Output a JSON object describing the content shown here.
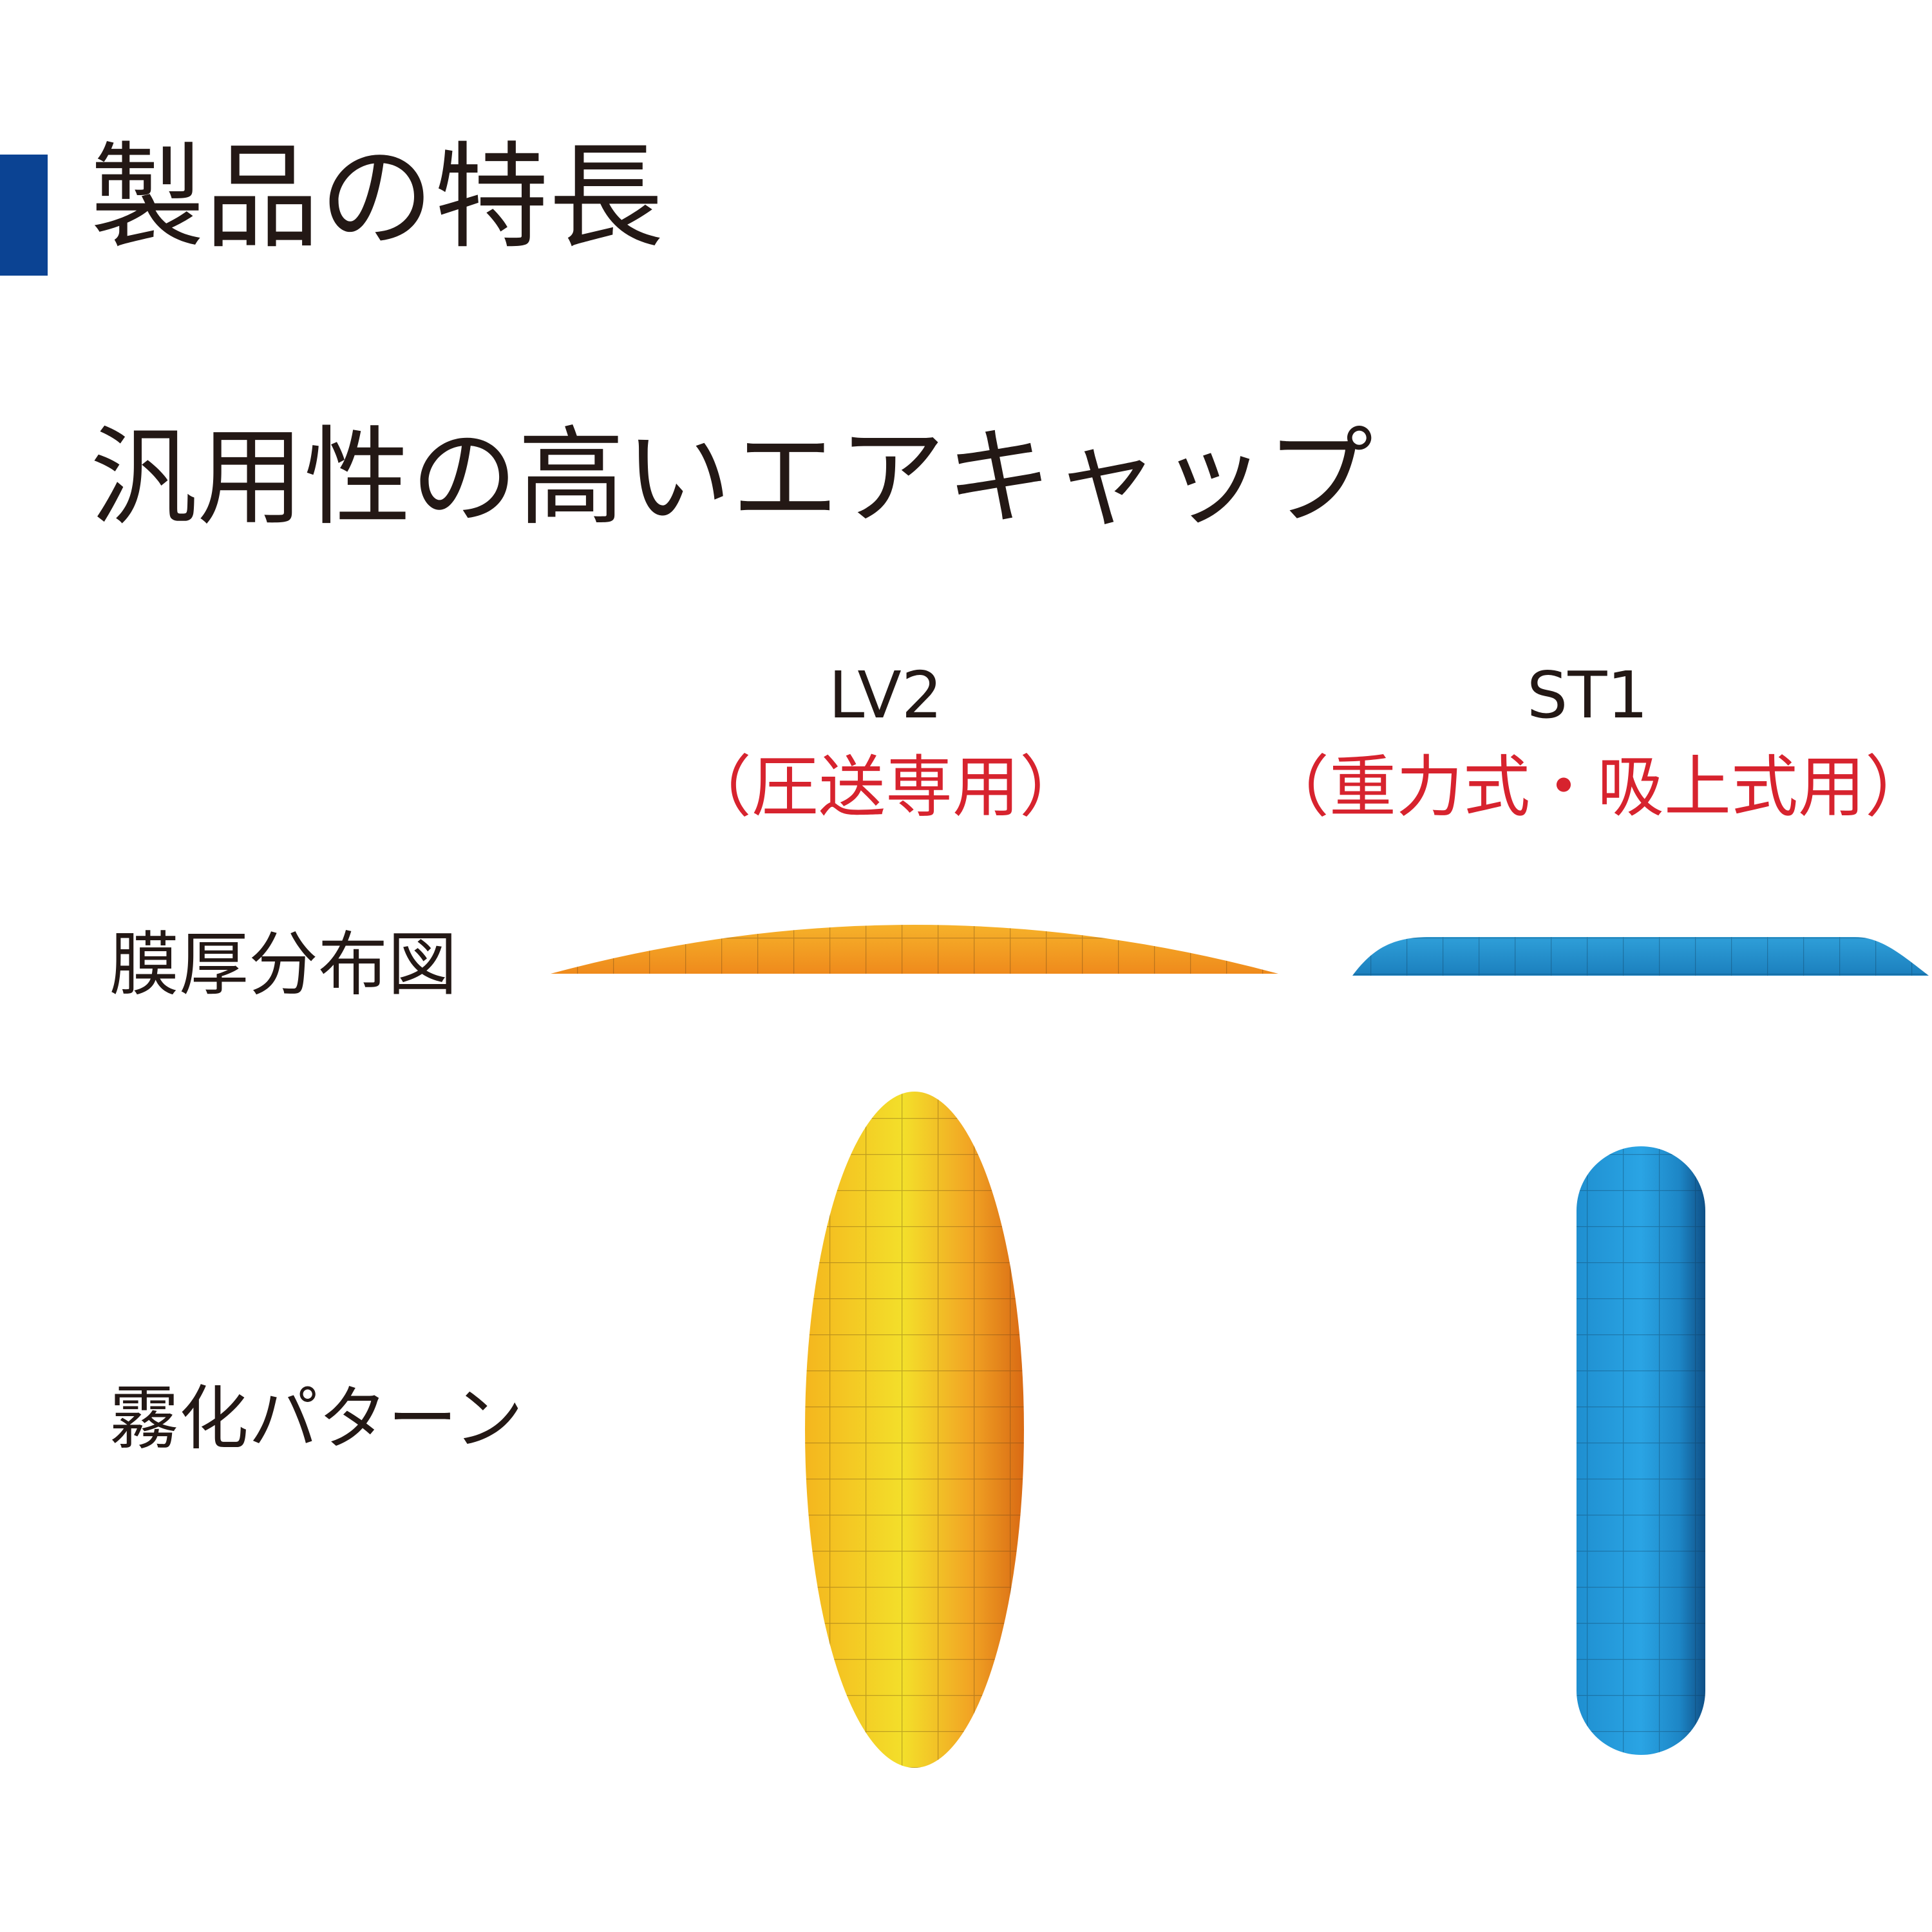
{
  "header": {
    "title": "製品の特長",
    "subtitle": "汎用性の高いエアキャップ",
    "accent_color": "#0b4393"
  },
  "columns": [
    {
      "name": "LV2",
      "usage": "（圧送専用）",
      "color": "#f29b1d"
    },
    {
      "name": "ST1",
      "usage": "（重力式・吸上式用）",
      "color": "#1e8fce"
    }
  ],
  "rows": {
    "film_thickness": "膜厚分布図",
    "spray_pattern": "霧化パターン"
  },
  "usage_color": "#d7232e"
}
